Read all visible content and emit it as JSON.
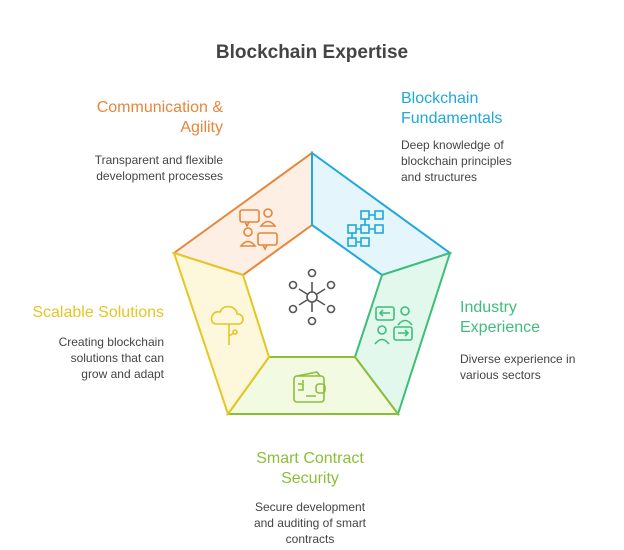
{
  "title": "Blockchain Expertise",
  "colors": {
    "orange": "#E8853A",
    "blue": "#1FA8D9",
    "green": "#3DBE7A",
    "lime": "#8DBE3A",
    "yellow": "#E5C623"
  },
  "sections": [
    {
      "heading": "Communication & Agility",
      "description": "Transparent and flexible development processes",
      "icon": "communication-icon"
    },
    {
      "heading": "Blockchain Fundamentals",
      "description": "Deep knowledge of blockchain principles and structures",
      "icon": "blocks-icon"
    },
    {
      "heading": "Industry Experience",
      "description": "Diverse experience in various sectors",
      "icon": "exchange-people-icon"
    },
    {
      "heading": "Smart Contract Security",
      "description": "Secure development and auditing of smart contracts",
      "icon": "wallet-icon"
    },
    {
      "heading": "Scalable Solutions",
      "description": "Creating blockchain solutions that can grow and adapt",
      "icon": "growing-tree-icon"
    }
  ],
  "center_icon": "network-hub-icon"
}
